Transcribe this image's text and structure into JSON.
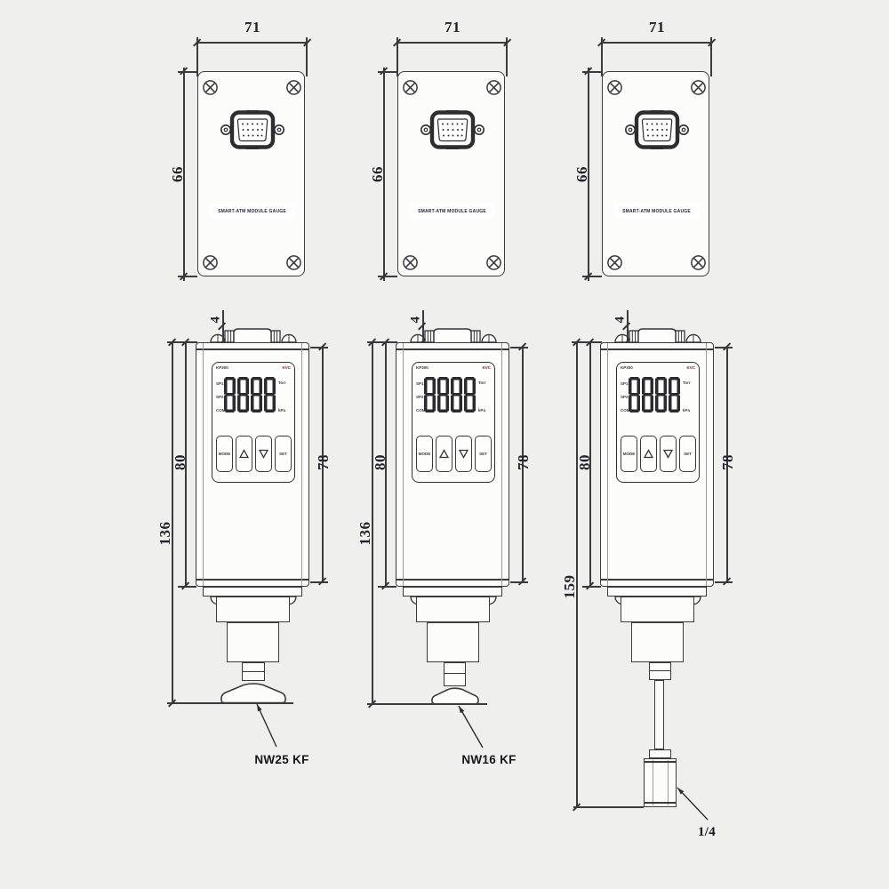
{
  "drawing": {
    "background_color": "#efefee",
    "line_color": "#3b3b3e",
    "top_view": {
      "width_dim": "71",
      "height_dim": "66",
      "nameplate": "SMART-ATM MODULE GAUGE"
    },
    "front_view": {
      "connector_height_dim": "4",
      "body_height_dim": "80",
      "panel_height_dim": "78",
      "display": {
        "model": "KP300",
        "brand": "KVC",
        "brand_color": "#6b2121",
        "setpoint_labels": [
          "SP1",
          "SP2",
          "COM"
        ],
        "unit_labels": [
          "Torr",
          "kPa"
        ],
        "digits": "8888",
        "buttons": [
          "MODE",
          "▲",
          "▼",
          "SET"
        ]
      }
    },
    "modules": [
      {
        "overall_height_dim": "136",
        "fitting_label": "NW25 KF"
      },
      {
        "overall_height_dim": "136",
        "fitting_label": "NW16 KF"
      },
      {
        "overall_height_dim": "159",
        "fitting_label": "1/4"
      }
    ]
  }
}
